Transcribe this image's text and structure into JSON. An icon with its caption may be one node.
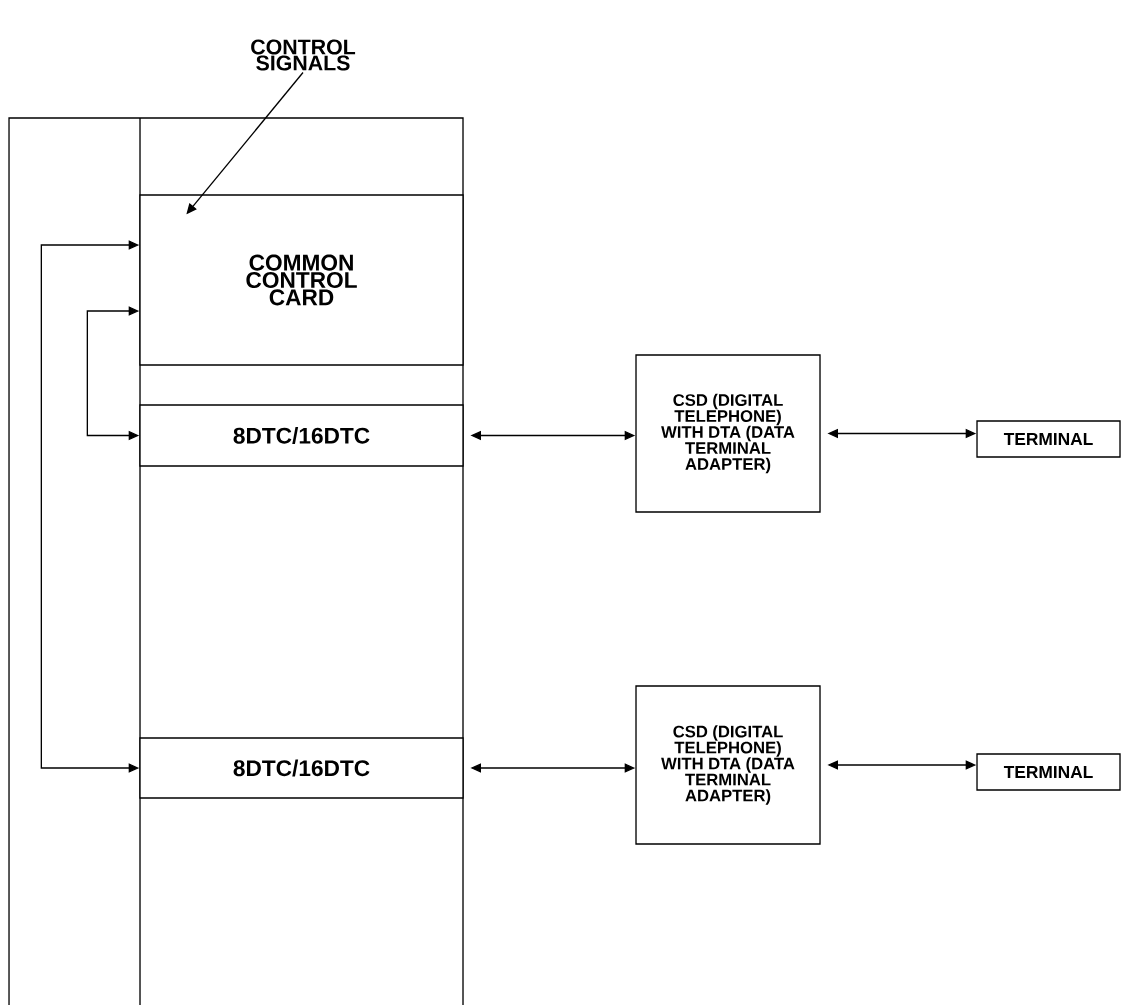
{
  "diagram": {
    "nodes": [
      {
        "text": [
          "CONTROL SIGNALS"
        ]
      },
      {
        "text": [
          "COMMON CONTROL CARD"
        ]
      },
      {
        "text": [
          "8DTC/16DTC"
        ]
      },
      {
        "text": [
          "CSD (DIGITAL TELEPHONE) WITH DTA (DATA TERMINAL ADAPTER)"
        ]
      },
      {
        "text": [
          "TERMINAL"
        ]
      },
      {
        "text": [
          "8DTC/16DTC"
        ]
      },
      {
        "text": [
          "CSD (DIGITAL TELEPHONE) WITH DTA (DATA TERMINAL ADAPTER)"
        ]
      },
      {
        "text": [
          "TERMINAL"
        ]
      }
    ],
    "edges": [
      {
        "from": 0,
        "to": 1,
        "arrow": "to"
      },
      {
        "from": 5,
        "to": 1,
        "arrow": "both"
      },
      {
        "from": 2,
        "to": 1,
        "arrow": "both"
      },
      {
        "from": 2,
        "to": 3,
        "arrow": "both"
      },
      {
        "from": 3,
        "to": 4,
        "arrow": "both"
      },
      {
        "from": 5,
        "to": 6,
        "arrow": "both"
      },
      {
        "from": 6,
        "to": 7,
        "arrow": "both"
      }
    ]
  }
}
